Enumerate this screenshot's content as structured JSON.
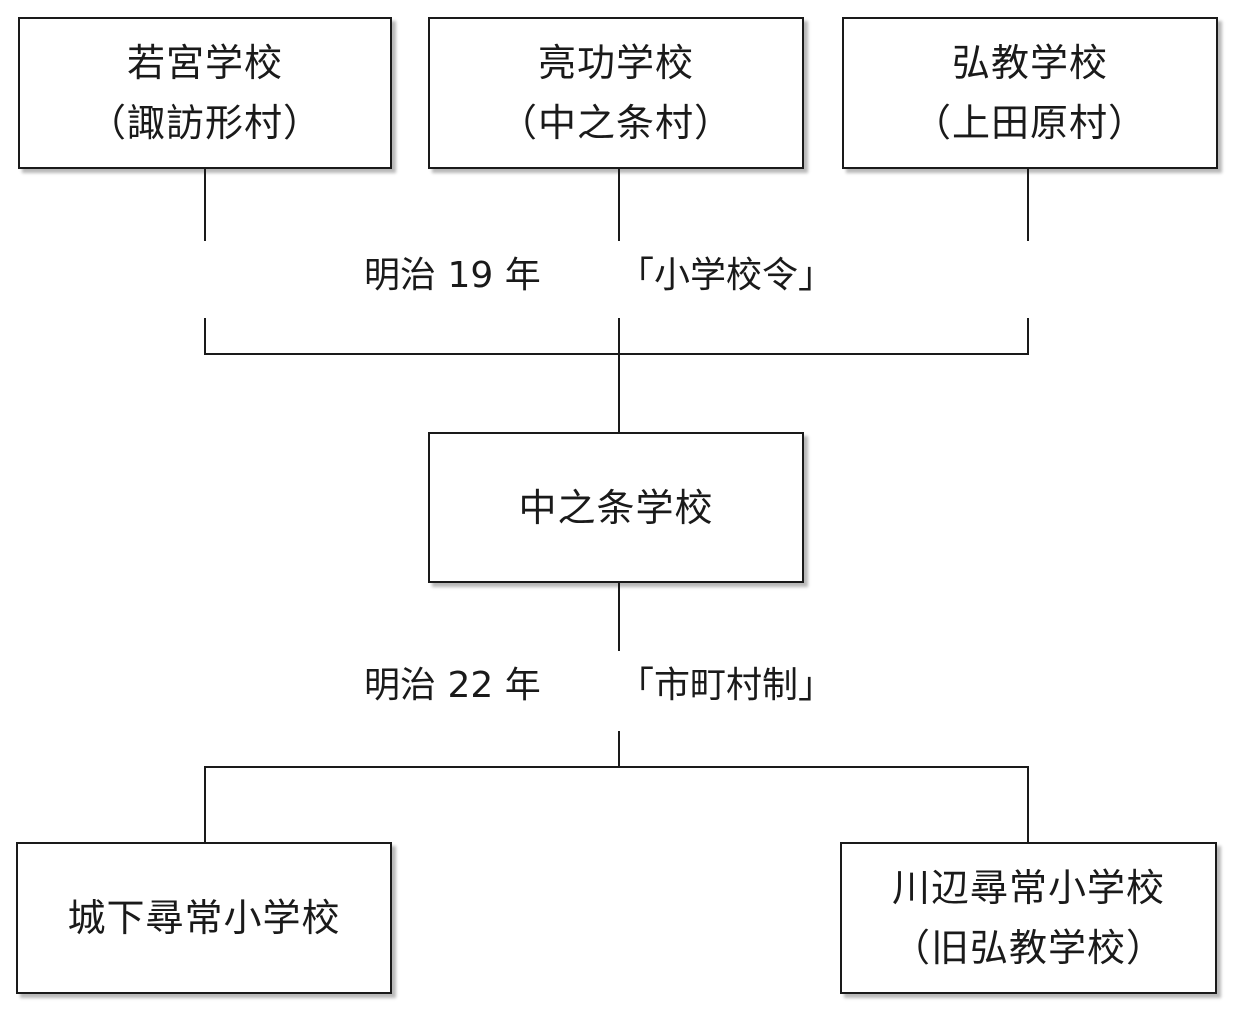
{
  "top_schools": [
    {
      "name": "若宮学校",
      "village": "（諏訪形村）"
    },
    {
      "name": "亮功学校",
      "village": "（中之条村）"
    },
    {
      "name": "弘教学校",
      "village": "（上田原村）"
    }
  ],
  "merge_event": {
    "year": "明治 19 年",
    "law": "「小学校令」"
  },
  "merged_school": {
    "name": "中之条学校"
  },
  "split_event": {
    "year": "明治 22 年",
    "law": "「市町村制」"
  },
  "bottom_schools": [
    {
      "name": "城下尋常小学校"
    },
    {
      "name": "川辺尋常小学校",
      "note": "（旧弘教学校）"
    }
  ]
}
